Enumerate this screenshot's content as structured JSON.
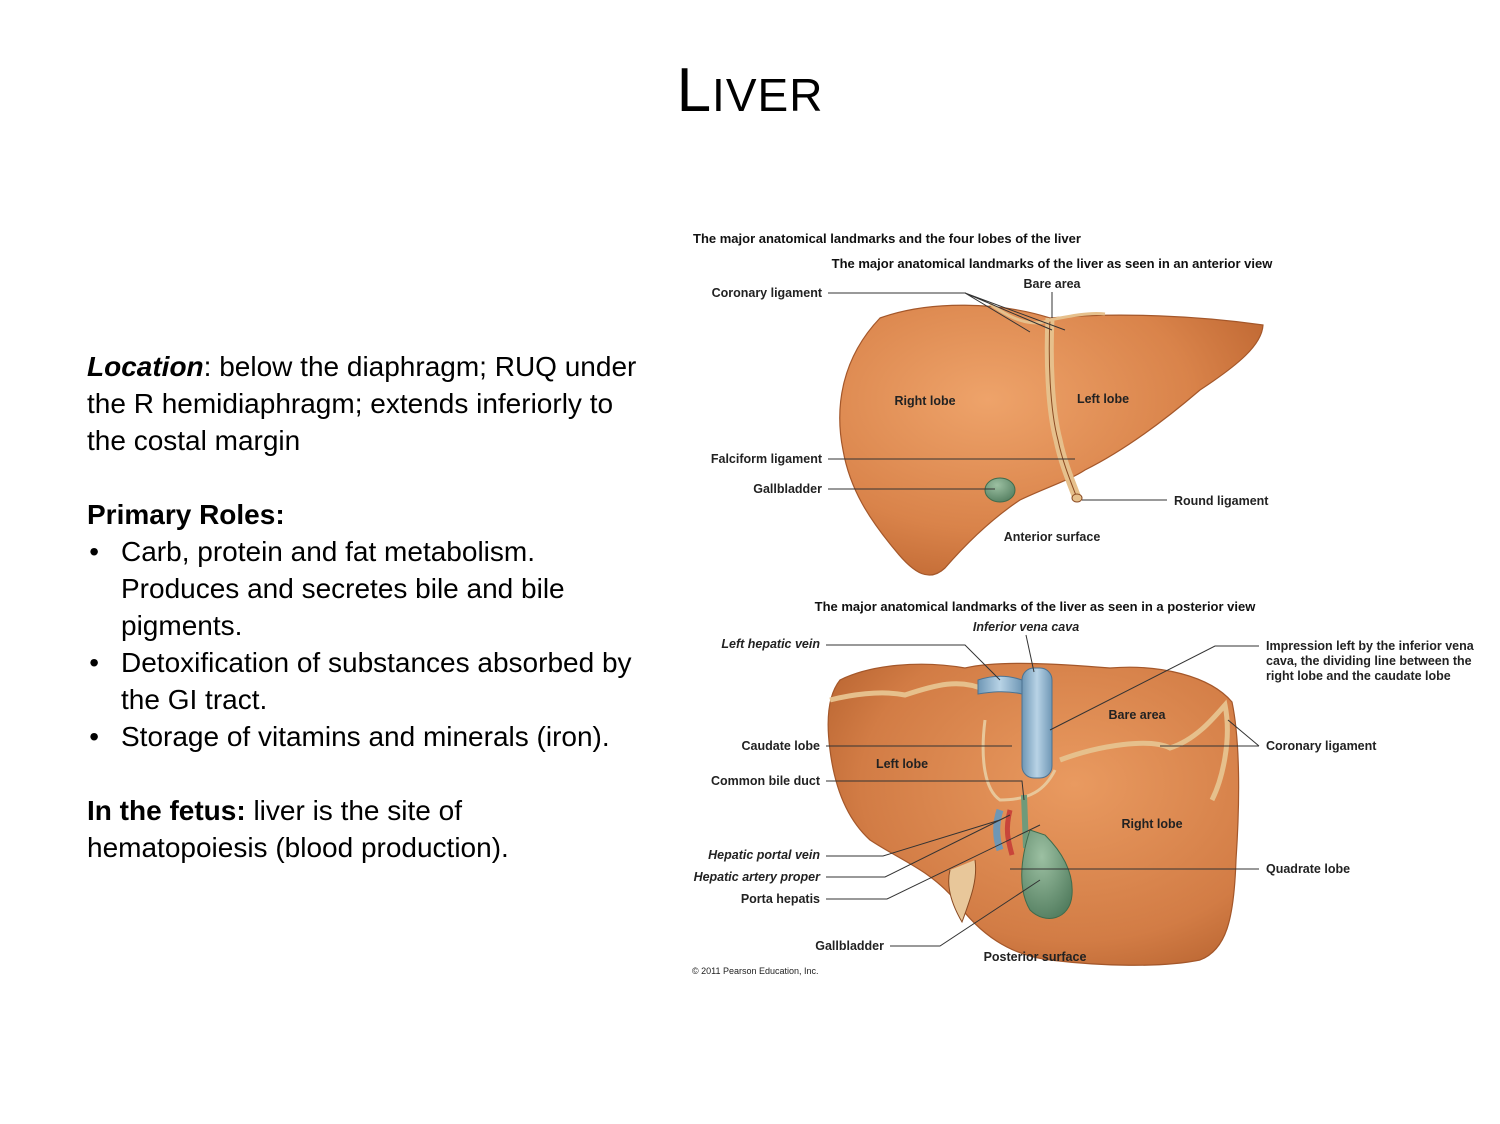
{
  "title": {
    "first": "L",
    "rest": "iver"
  },
  "text": {
    "location_label": "Location",
    "location_text": ": below the diaphragm; RUQ under the R hemidiaphragm; extends inferiorly to the costal margin",
    "roles_label": "Primary Roles:",
    "roles": [
      "Carb, protein and fat metabolism. Produces and secretes bile and bile pigments.",
      "Detoxification of substances absorbed by the GI tract.",
      "Storage of vitamins and minerals (iron)."
    ],
    "fetus_label": "In the fetus:",
    "fetus_text": " liver is the site of hematopoiesis (blood production)."
  },
  "figure": {
    "main_title": "The major anatomical landmarks and the four lobes of the liver",
    "anterior": {
      "title": "The major anatomical landmarks of the liver as seen in an anterior view",
      "caption": "Anterior surface",
      "labels": {
        "coronary_ligament": "Coronary ligament",
        "bare_area": "Bare area",
        "right_lobe": "Right lobe",
        "left_lobe": "Left lobe",
        "falciform_ligament": "Falciform ligament",
        "gallbladder": "Gallbladder",
        "round_ligament": "Round ligament"
      }
    },
    "posterior": {
      "title": "The major anatomical landmarks of the liver as seen in a posterior view",
      "caption": "Posterior surface",
      "labels": {
        "left_hepatic_vein": "Left hepatic vein",
        "inferior_vena_cava": "Inferior vena cava",
        "impression": [
          "Impression left by the inferior vena",
          "cava, the dividing line between the",
          "right lobe and the caudate lobe"
        ],
        "bare_area": "Bare area",
        "caudate_lobe": "Caudate lobe",
        "coronary_ligament": "Coronary ligament",
        "left_lobe": "Left lobe",
        "common_bile_duct": "Common bile duct",
        "right_lobe": "Right lobe",
        "hepatic_portal_vein": "Hepatic portal vein",
        "hepatic_artery_proper": "Hepatic artery proper",
        "porta_hepatis": "Porta hepatis",
        "quadrate_lobe": "Quadrate lobe",
        "gallbladder": "Gallbladder"
      }
    },
    "copyright": "© 2011 Pearson Education, Inc.",
    "colors": {
      "liver": "#d9834a",
      "liver_dark": "#b8602c",
      "gallbladder": "#6f9a7a",
      "vein": "#8fb4cf",
      "artery": "#c8453a",
      "ligament": "#e8c79a"
    }
  }
}
